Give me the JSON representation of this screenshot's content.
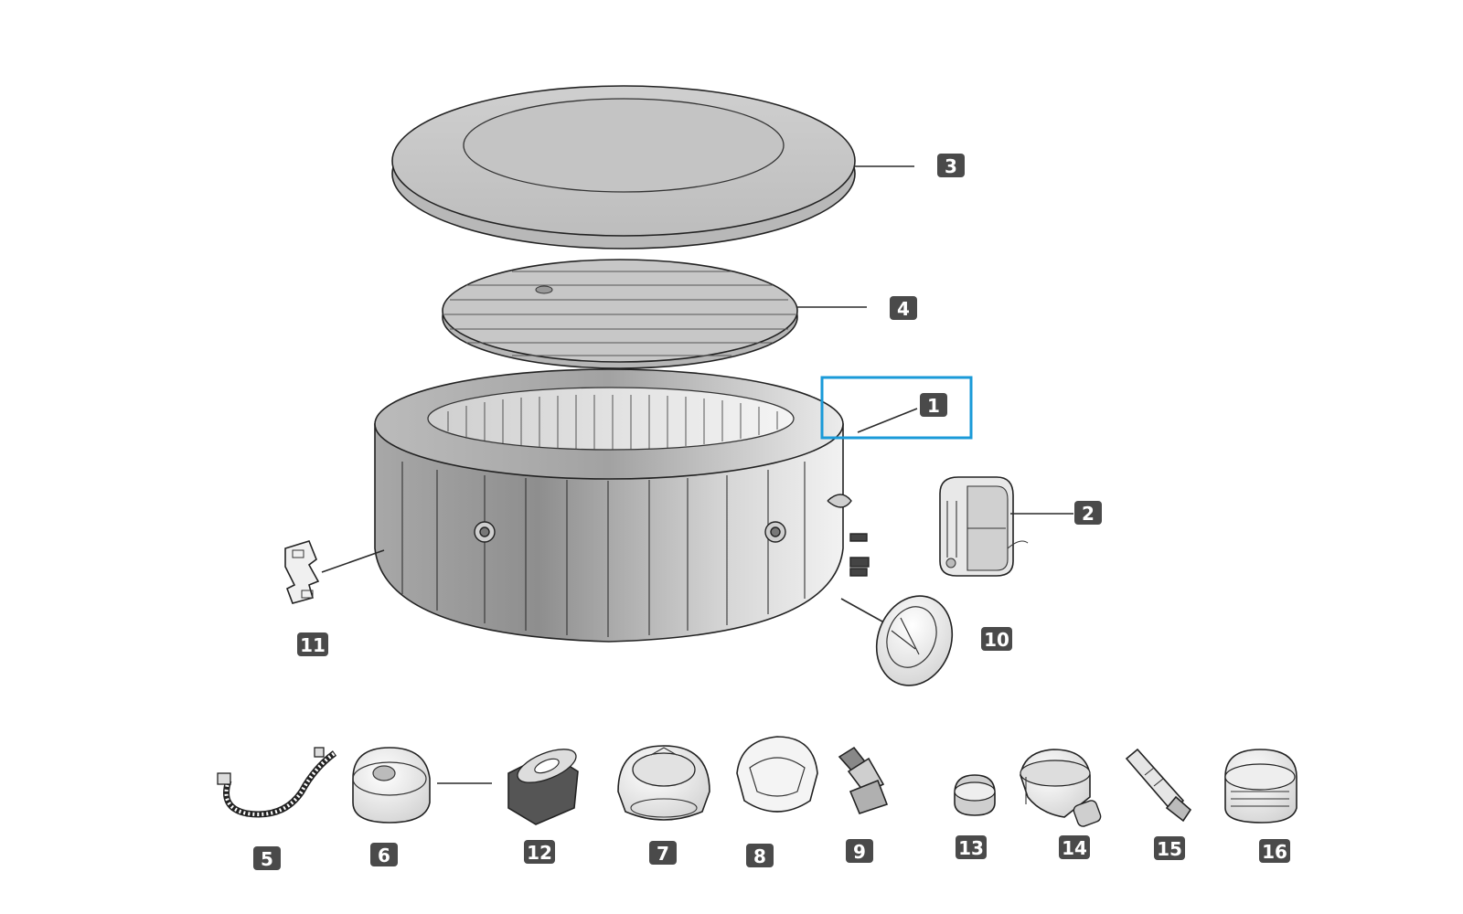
{
  "highlight_color": "#1a9ad8",
  "badge_color": "#4a4a4a",
  "parts": [
    {
      "id": "1",
      "label": "1",
      "icon": "spa-pool-body-icon"
    },
    {
      "id": "2",
      "label": "2",
      "icon": "pump-unit-icon"
    },
    {
      "id": "3",
      "label": "3",
      "icon": "spa-cover-icon"
    },
    {
      "id": "4",
      "label": "4",
      "icon": "inflatable-lid-icon"
    },
    {
      "id": "5",
      "label": "5",
      "icon": "inflation-hose-icon"
    },
    {
      "id": "6",
      "label": "6",
      "icon": "filter-cartridge-housing-icon"
    },
    {
      "id": "7",
      "label": "7",
      "icon": "strainer-cap-icon"
    },
    {
      "id": "8",
      "label": "8",
      "icon": "locking-ring-icon"
    },
    {
      "id": "9",
      "label": "9",
      "icon": "hose-adapter-icon"
    },
    {
      "id": "10",
      "label": "10",
      "icon": "inlet-cap-icon"
    },
    {
      "id": "11",
      "label": "11",
      "icon": "buckle-icon"
    },
    {
      "id": "12",
      "label": "12",
      "icon": "filter-cartridge-icon"
    },
    {
      "id": "13",
      "label": "13",
      "icon": "drain-cap-icon"
    },
    {
      "id": "14",
      "label": "14",
      "icon": "drain-valve-icon"
    },
    {
      "id": "15",
      "label": "15",
      "icon": "valve-wrench-icon"
    },
    {
      "id": "16",
      "label": "16",
      "icon": "inflation-valve-icon"
    }
  ]
}
